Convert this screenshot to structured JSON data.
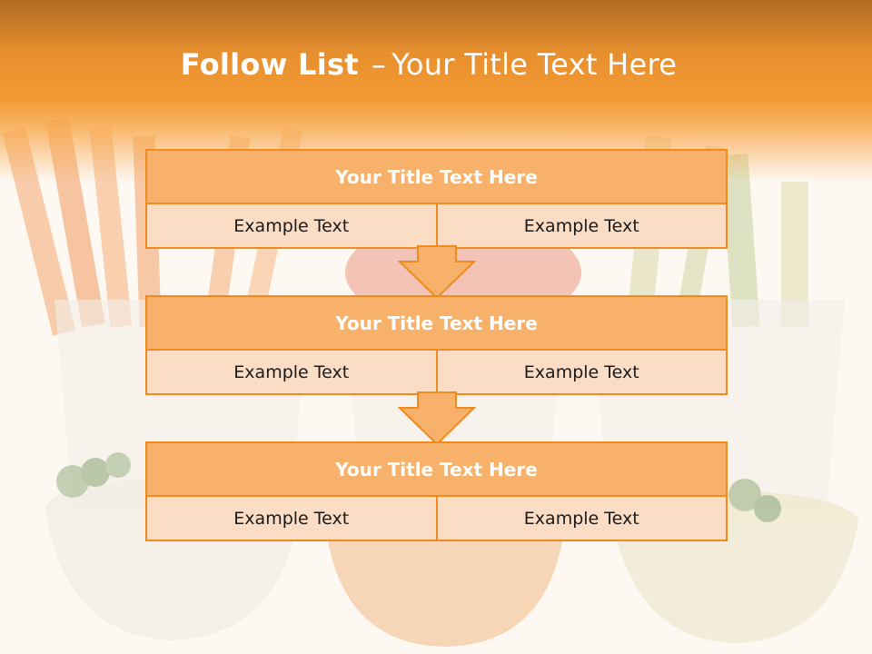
{
  "slide": {
    "title_bold": "Follow List",
    "title_separator": "–",
    "title_rest": "Your Title Text Here"
  },
  "steps": [
    {
      "title": "Your Title Text Here",
      "cells": [
        "Example Text",
        "Example Text"
      ]
    },
    {
      "title": "Your Title Text Here",
      "cells": [
        "Example Text",
        "Example Text"
      ]
    },
    {
      "title": "Your Title Text Here",
      "cells": [
        "Example Text",
        "Example Text"
      ]
    }
  ],
  "colors": {
    "accent": "#f08a1e",
    "header_fill": "#f7b16a",
    "row_fill": "#fbdcc5",
    "arrow_fill": "#f7b16a",
    "banner_dark": "#b06b22"
  },
  "background_image": "faded vegetable sticks with dips"
}
